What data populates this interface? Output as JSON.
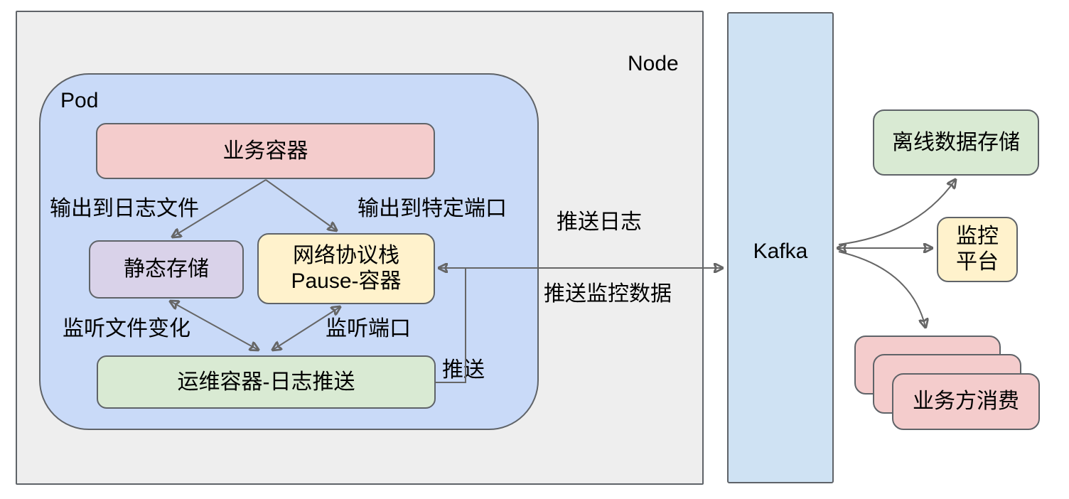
{
  "diagram": {
    "containers": {
      "node_label": "Node",
      "pod_label": "Pod",
      "kafka_label": "Kafka"
    },
    "boxes": {
      "business_container": "业务容器",
      "static_storage": "静态存储",
      "pause_container_line1": "网络协议栈",
      "pause_container_line2": "Pause-容器",
      "ops_container": "运维容器-日志推送",
      "offline_storage": "离线数据存储",
      "monitor_platform_line1": "监控",
      "monitor_platform_line2": "平台",
      "business_consumer": "业务方消费"
    },
    "edge_labels": {
      "output_to_log_file": "输出到日志文件",
      "output_to_port": "输出到特定端口",
      "watch_file_changes": "监听文件变化",
      "watch_port": "监听端口",
      "push": "推送",
      "push_logs": "推送日志",
      "push_monitor_data": "推送监控数据"
    },
    "colors": {
      "node_fill": "#eeeeee",
      "pod_fill": "#c9daf8",
      "kafka_fill": "#cfe2f3",
      "business_fill": "#f4cccc",
      "static_fill": "#d9d2e9",
      "pause_fill": "#fff2cc",
      "ops_fill": "#d9ead3",
      "offline_fill": "#d9ead3",
      "monitor_fill": "#fff2cc",
      "consumer_fill": "#f4cccc",
      "stroke": "#5f6368",
      "arrow": "#666666"
    }
  }
}
